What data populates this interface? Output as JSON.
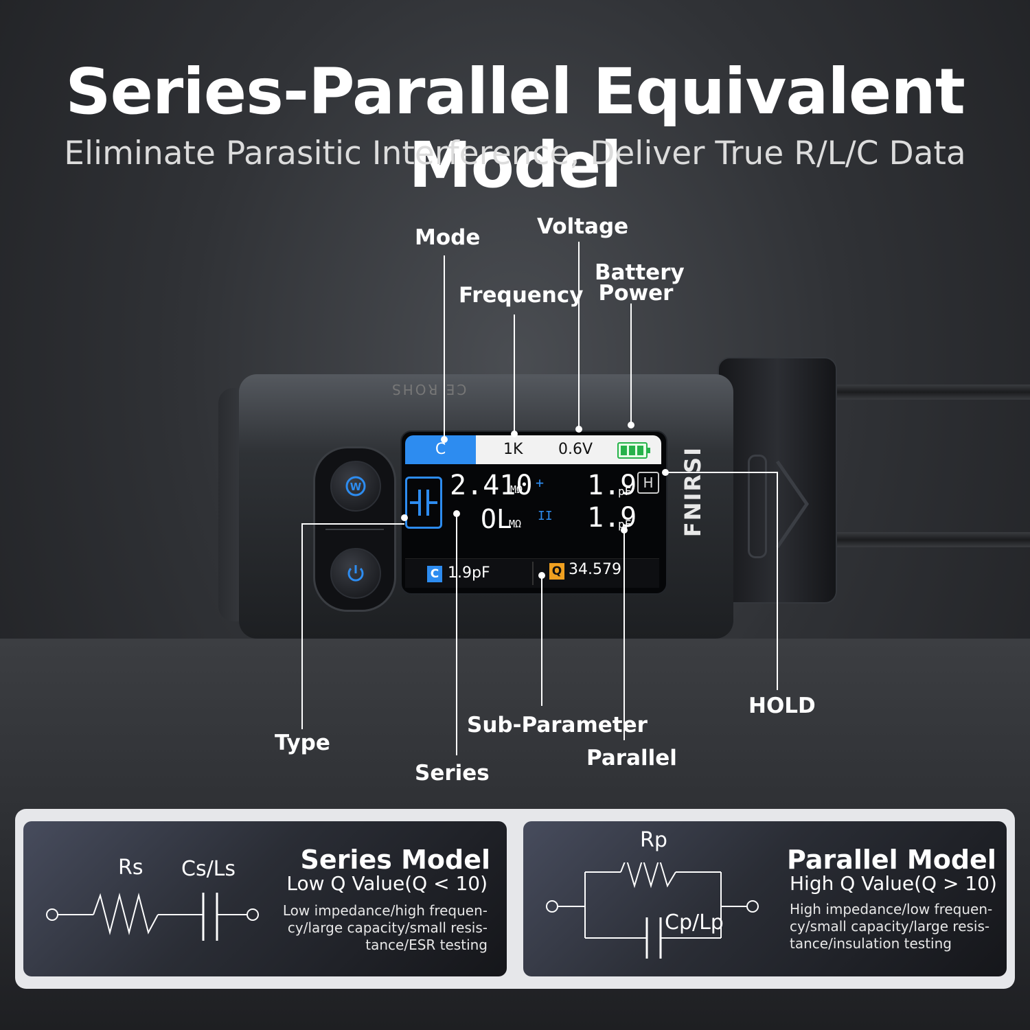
{
  "header": {
    "title": "Series-Parallel Equivalent Model",
    "subtitle": "Eliminate Parasitic Interference, Deliver True R/L/C Data"
  },
  "callouts": {
    "mode": "Mode",
    "voltage": "Voltage",
    "frequency": "Frequency",
    "battery_line1": "Battery",
    "battery_line2": "Power",
    "type": "Type",
    "series": "Series",
    "sub_parameter": "Sub-Parameter",
    "parallel": "Parallel",
    "hold": "HOLD"
  },
  "device": {
    "brand": "FNIRSI",
    "certification": "CE ROHS",
    "screen": {
      "mode": "C",
      "frequency": "1K",
      "voltage": "0.6V",
      "battery_level": 1.0,
      "main_value": "2.410",
      "main_unit": "MΩ",
      "series_sign": "+",
      "sub_value": "OL",
      "sub_unit": "MΩ",
      "parallel_sign": "II",
      "cp_value_1": "1.9",
      "cp_unit_1": "pF",
      "cp_value_2": "1.9",
      "cp_unit_2": "pF",
      "hold_badge": "H",
      "c_badge": "C",
      "c_value": "1.9pF",
      "q_badge": "Q",
      "q_value": "34.579"
    },
    "buttons": [
      "mode-button",
      "power-button"
    ]
  },
  "models": {
    "series": {
      "title": "Series  Model",
      "q_range": "Low Q  Value(Q < 10)",
      "description": "Low impedance/high frequen-cy/large capacity/small resis-tance/ESR testing",
      "label_r": "Rs",
      "label_c": "Cs/Ls"
    },
    "parallel": {
      "title": "Parallel Model",
      "q_range": "High Q Value(Q > 10)",
      "description": "High impedance/low frequen-cy/small capacity/large resis-tance/insulation testing",
      "label_r": "Rp",
      "label_c": "Cp/Lp"
    }
  },
  "colors": {
    "accent_blue": "#2d8cf0",
    "battery_green": "#26b24a",
    "q_orange": "#f0a020"
  }
}
